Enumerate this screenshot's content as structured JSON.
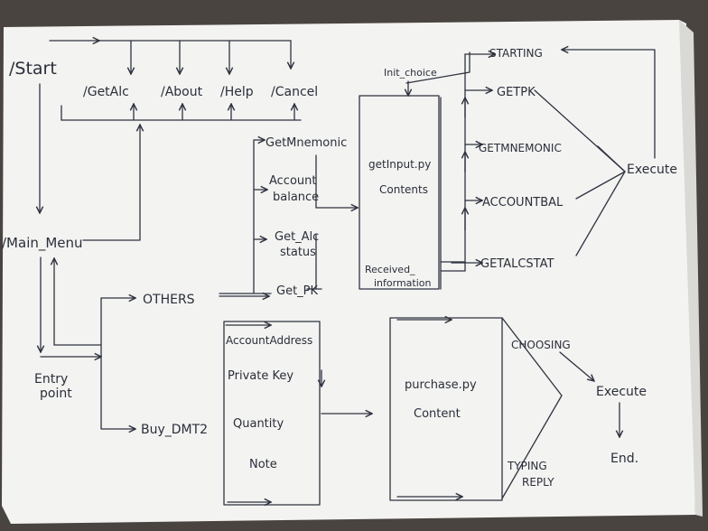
{
  "labels": {
    "start": "/Start",
    "get_alc": "/GetAlc",
    "about": "/About",
    "help": "/Help",
    "cancel": "/Cancel",
    "main_menu": "/Main_Menu",
    "entry_1": "Entry",
    "entry_2": "point",
    "others": "OTHERS",
    "buy_dmt2": "Buy_DMT2",
    "get_mnemonic": "GetMnemonic",
    "account_balance_1": "Account",
    "account_balance_2": "balance",
    "get_alc_status_1": "Get_Alc",
    "get_alc_status_2": "status",
    "get_pk": "Get_PK",
    "getinput_1": "getInput.py",
    "getinput_2": "Contents",
    "received_1": "Received_",
    "received_2": "information",
    "init_choice": "Init_choice",
    "starting": "STARTING",
    "getpk_state": "GETPK",
    "getmnemonic_state": "GETMNEMONIC",
    "accountbal_state": "ACCOUNTBAL",
    "getalcstat_state": "GETALCSTAT",
    "execute_1": "Execute",
    "account_address": "AccountAddress",
    "private_key": "Private Key",
    "quantity": "Quantity",
    "note": "Note",
    "purchase_1": "purchase.py",
    "purchase_2": "Content",
    "choosing": "CHOOSING",
    "typing_1": "TYPING",
    "typing_2": "REPLY",
    "execute_2": "Execute",
    "end": "End."
  }
}
